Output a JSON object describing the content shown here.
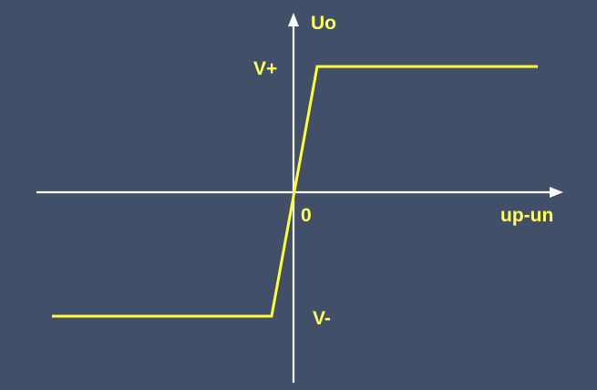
{
  "diagram": {
    "y_axis_label": "Uo",
    "x_axis_label": "up-un",
    "origin_label": "0",
    "positive_level_label": "V+",
    "negative_level_label": "V-"
  },
  "colors": {
    "background": "#415068",
    "axes": "#ffffff",
    "curve": "#ffff33",
    "labels": "#ffff55"
  }
}
